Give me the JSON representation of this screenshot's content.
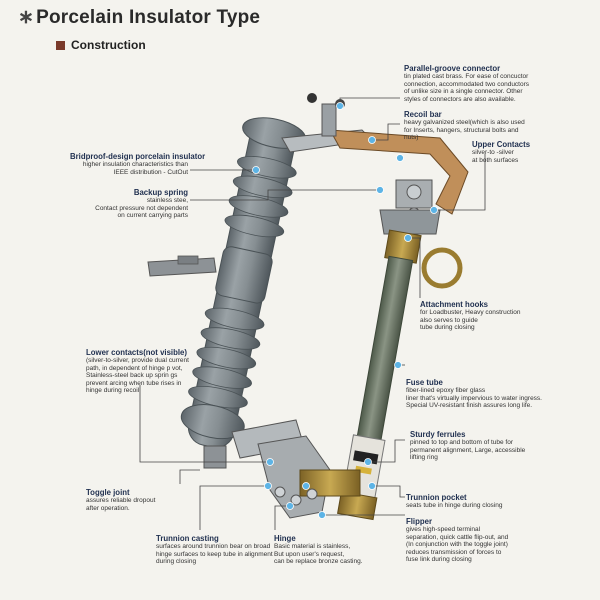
{
  "header": {
    "title_mark": "∗",
    "title": "Porcelain Insulator Type",
    "section": "Construction"
  },
  "callouts": {
    "parallel_groove": {
      "title": "Parallel-groove connector",
      "desc": "tin plated cast brass. For ease of concuctor\nconnection, accommodated two conductors\nof unlike size in a single connector. Other\nstyles of connectors are also available."
    },
    "recoil_bar": {
      "title": "Recoil bar",
      "desc": "heavy galvanized steel(which is also used\nfor Inserts, hangers, structural bolts and\nnuts)"
    },
    "upper_contacts": {
      "title": "Upper Contacts",
      "desc": "silver-to -silver\nat both surfaces"
    },
    "porcelain_insulator": {
      "title": "Bridproof-design porcelain insulator",
      "desc": "higher insulation characteristics than\nIEEE distribution - CutOut"
    },
    "backup_spring": {
      "title": "Backup spring",
      "desc": "stainless stee,\nContact pressure not dependent\non current carrying parts"
    },
    "attachment_hooks": {
      "title": "Attachment hooks",
      "desc": "for Loadbuster, Heavy construction\nalso serves to guide\ntube during closing"
    },
    "lower_contacts": {
      "title": "Lower contacts(not visible)",
      "desc": "(silver-to-silver, provide dual current\npath, in dependent of hinge p vot,\nStainless-steel back up sprin gs\nprevent arcing when tube rises in\nhinge during recoil"
    },
    "fuse_tube": {
      "title": "Fuse tube",
      "desc": "fiber-lined epoxy fiber glass\nliner that's virtually impervious to water ingress.\nSpecial UV-resistant finish assures long life."
    },
    "sturdy_ferrules": {
      "title": "Sturdy ferrules",
      "desc": "pinned to top and bottom of tube for\npermanent alignment, Large, accessible\nlifting ring"
    },
    "toggle_joint": {
      "title": "Toggle joint",
      "desc": "assures reliable dropout\nafter operation."
    },
    "trunnion_pocket": {
      "title": "Trunnion pocket",
      "desc": "seats tube in hinge during closing"
    },
    "trunnion_casting": {
      "title": "Trunnion casting",
      "desc": "surfaces around trunnion bear on broad\nhinge surfaces to keep tube in alignment\nduring closing"
    },
    "hinge": {
      "title": "Hinge",
      "desc": "Basic material is stainless,\nBut upon user's request,\ncan be replace bronze casting."
    },
    "flipper": {
      "title": "Flipper",
      "desc": "gives high-speed terminal\nseparation, quick cattle flip-out, and\n(In conjunction with the toggle joint)\nreduces transmission of forces to\nfuse link during closing"
    }
  },
  "colors": {
    "porcelain": "#7d858a",
    "tube": "#6e7868",
    "brass": "#a88a3c",
    "leader": "#444444",
    "dot": "#5db4e6"
  }
}
